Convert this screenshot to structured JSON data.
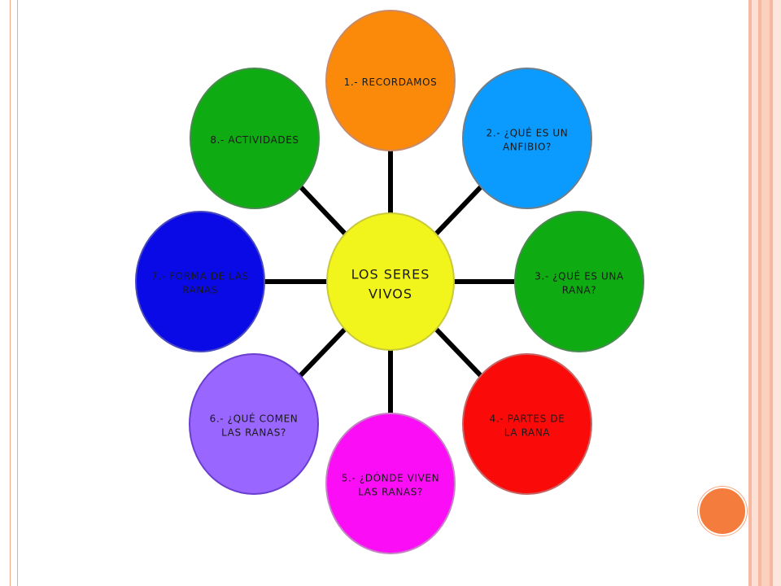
{
  "diagram": {
    "center": {
      "lines": [
        "LOS SERES",
        "VIVOS"
      ],
      "fill": "#f2f51c",
      "stroke": "#c9c93a"
    },
    "nodes": [
      {
        "id": "recordamos",
        "lines": [
          "1.- RECORDAMOS"
        ],
        "fill": "#fb8a0a",
        "stroke": "#c98a6a"
      },
      {
        "id": "que-es-un-anfibio",
        "lines": [
          "2.- ¿QUÉ ES UN",
          "ANFIBIO?"
        ],
        "fill": "#0b9bff",
        "stroke": "#6b7f8c"
      },
      {
        "id": "que-es-una-rana",
        "lines": [
          "3.- ¿QUÉ ES UNA",
          "RANA?"
        ],
        "fill": "#0fab12",
        "stroke": "#4a8a50"
      },
      {
        "id": "partes-de-la-rana",
        "lines": [
          "4.- PARTES DE",
          "LA RANA"
        ],
        "fill": "#fb0a0a",
        "stroke": "#c76565"
      },
      {
        "id": "donde-viven-las-ranas",
        "lines": [
          "5.- ¿DÓNDE VIVEN",
          "LAS RANAS?"
        ],
        "fill": "#fb0ef6",
        "stroke": "#c77fc5"
      },
      {
        "id": "que-comen-las-ranas",
        "lines": [
          "6.- ¿QUÉ COMEN",
          "LAS RANAS?"
        ],
        "fill": "#9966ff",
        "stroke": "#6a3fd0"
      },
      {
        "id": "forma-de-las-ranas",
        "lines": [
          "7.- FORMA DE LAS",
          "RANAS"
        ],
        "fill": "#0a0ae6",
        "stroke": "#4848c0"
      },
      {
        "id": "actividades",
        "lines": [
          "8.- ACTIVIDADES"
        ],
        "fill": "#0fab12",
        "stroke": "#4a8a50"
      }
    ]
  }
}
